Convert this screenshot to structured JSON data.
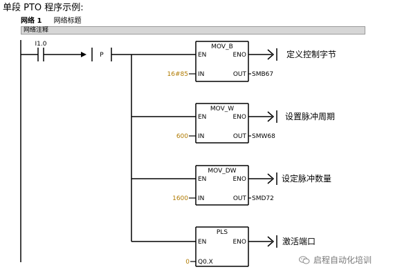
{
  "page_title": "单段 PTO 程序示例:",
  "network": {
    "number_label": "网络 1",
    "title": "网络标题",
    "comment": "网络注释"
  },
  "contacts": [
    {
      "label": "I1.0",
      "type": "normally-open"
    },
    {
      "label": "P",
      "type": "positive-edge"
    }
  ],
  "blocks": [
    {
      "name": "MOV_B",
      "en": "EN",
      "eno": "ENO",
      "in_label": "IN",
      "out_label": "OUT",
      "in_value": "16#85",
      "out_value": "SMB67",
      "comment": "定义控制字节"
    },
    {
      "name": "MOV_W",
      "en": "EN",
      "eno": "ENO",
      "in_label": "IN",
      "out_label": "OUT",
      "in_value": "600",
      "out_value": "SMW68",
      "comment": "设置脉冲周期"
    },
    {
      "name": "MOV_DW",
      "en": "EN",
      "eno": "ENO",
      "in_label": "IN",
      "out_label": "OUT",
      "in_value": "1600",
      "out_value": "SMD72",
      "comment": "设定脉冲数量"
    },
    {
      "name": "PLS",
      "en": "EN",
      "eno": "ENO",
      "in_label": "Q0.X",
      "out_label": "",
      "in_value": "0",
      "out_value": "",
      "comment": "激活端口"
    }
  ],
  "watermark": {
    "text": "启程自动化培训",
    "icon": "wechat-icon"
  },
  "colors": {
    "value": "#b07a00",
    "line": "#000000",
    "comment_bar": "#d6d6d6"
  }
}
